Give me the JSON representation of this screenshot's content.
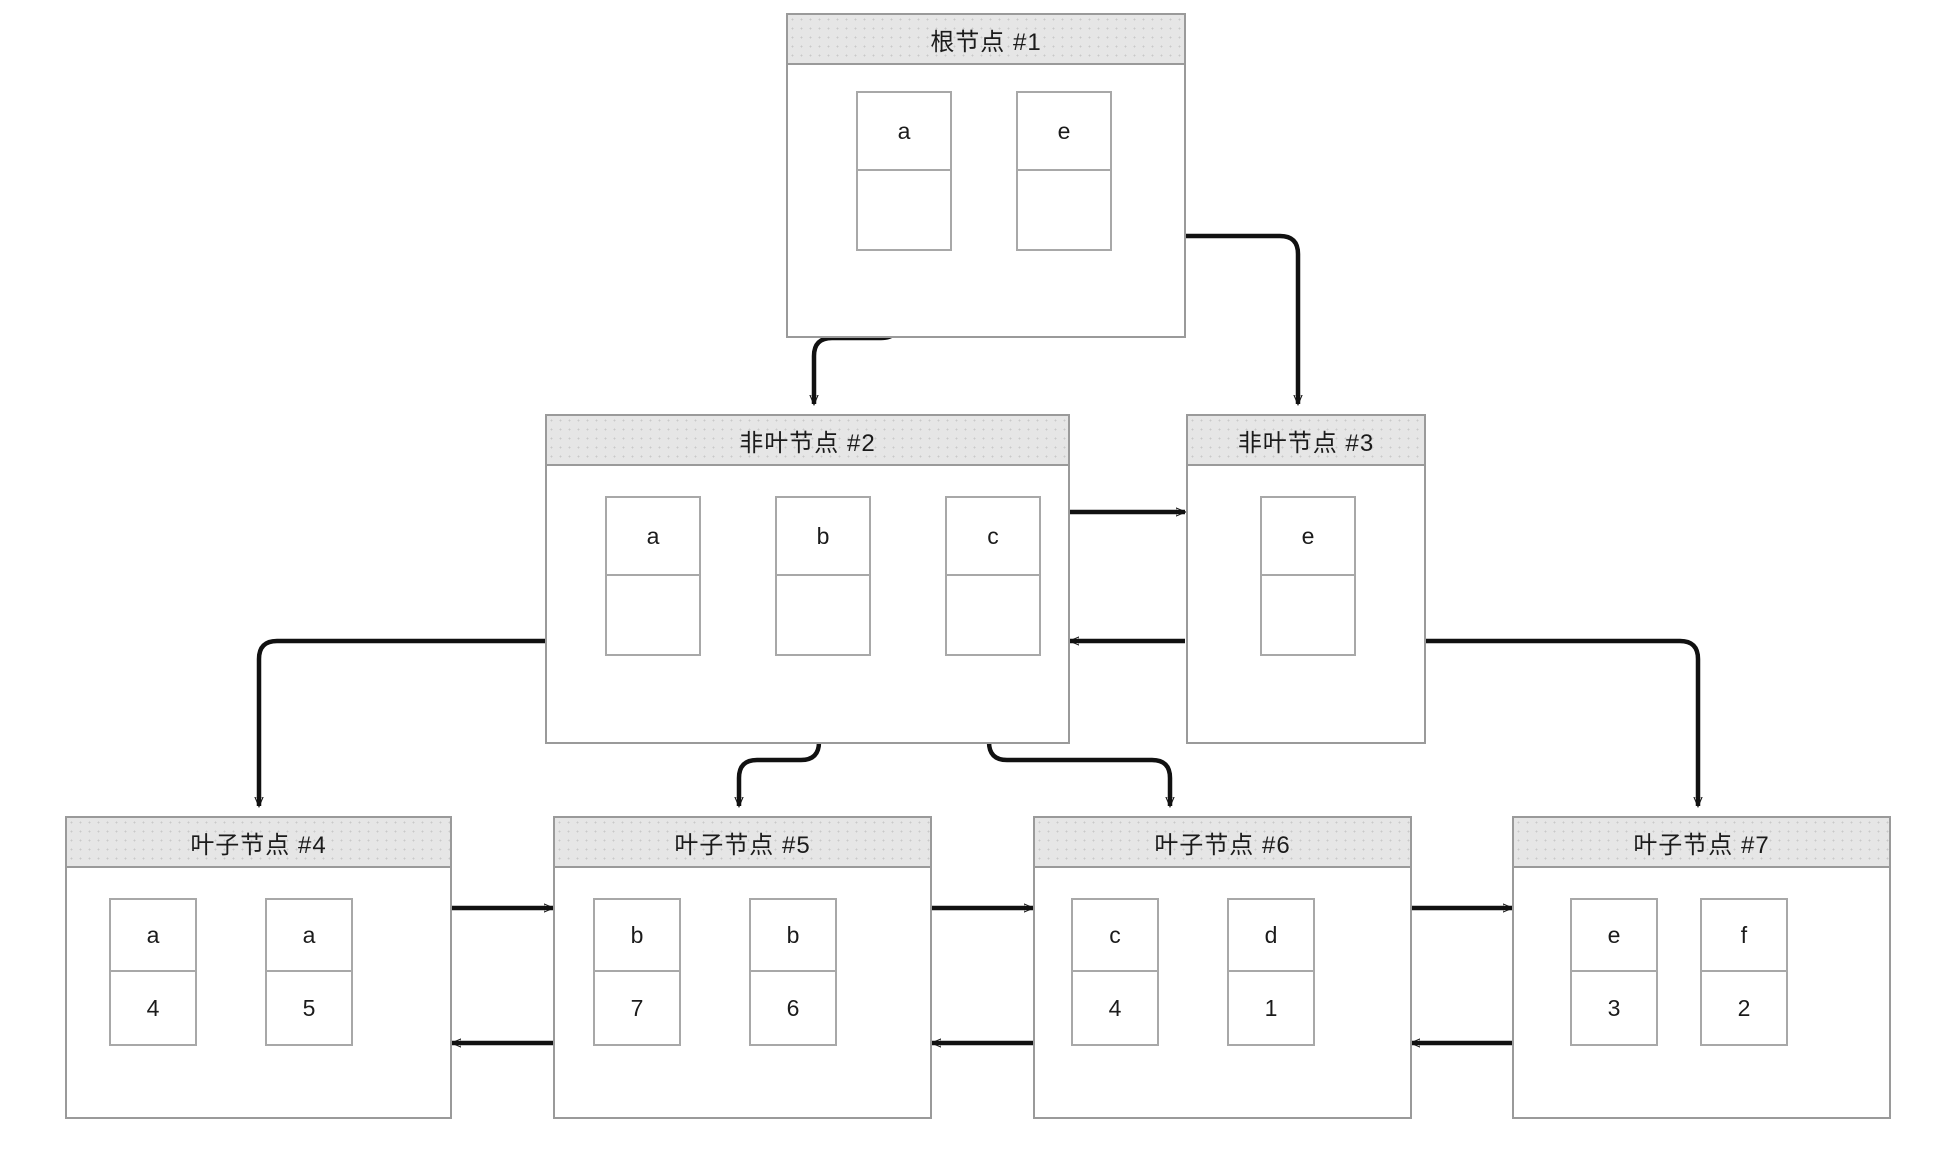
{
  "diagram": {
    "title": "B+ Tree Structure Diagram",
    "type": "b-plus-tree",
    "language": "zh-CN",
    "colors": {
      "header_fill": "#e6e6e6",
      "node_border": "#9a9a9a",
      "cell_border": "#a8a8a8",
      "connector": "#111111",
      "canvas": "#ffffff",
      "text": "#1b1b1b"
    }
  },
  "nodes": [
    {
      "id": "node1",
      "title": "根节点 #1",
      "level": "root",
      "cells": [
        {
          "key": "a",
          "value": ""
        },
        {
          "key": "e",
          "value": ""
        }
      ]
    },
    {
      "id": "node2",
      "title": "非叶节点 #2",
      "level": "internal",
      "cells": [
        {
          "key": "a",
          "value": ""
        },
        {
          "key": "b",
          "value": ""
        },
        {
          "key": "c",
          "value": ""
        }
      ]
    },
    {
      "id": "node3",
      "title": "非叶节点 #3",
      "level": "internal",
      "cells": [
        {
          "key": "e",
          "value": ""
        }
      ]
    },
    {
      "id": "node4",
      "title": "叶子节点 #4",
      "level": "leaf",
      "cells": [
        {
          "key": "a",
          "value": "4"
        },
        {
          "key": "a",
          "value": "5"
        }
      ]
    },
    {
      "id": "node5",
      "title": "叶子节点 #5",
      "level": "leaf",
      "cells": [
        {
          "key": "b",
          "value": "7"
        },
        {
          "key": "b",
          "value": "6"
        }
      ]
    },
    {
      "id": "node6",
      "title": "叶子节点 #6",
      "level": "leaf",
      "cells": [
        {
          "key": "c",
          "value": "4"
        },
        {
          "key": "d",
          "value": "1"
        }
      ]
    },
    {
      "id": "node7",
      "title": "叶子节点 #7",
      "level": "leaf",
      "cells": [
        {
          "key": "e",
          "value": "3"
        },
        {
          "key": "f",
          "value": "2"
        }
      ]
    }
  ],
  "edges": [
    {
      "from": "node1.cell0",
      "to": "node2",
      "kind": "child-pointer"
    },
    {
      "from": "node1.cell1",
      "to": "node3",
      "kind": "child-pointer"
    },
    {
      "from": "node2.cell0",
      "to": "node4",
      "kind": "child-pointer"
    },
    {
      "from": "node2.cell1",
      "to": "node5",
      "kind": "child-pointer"
    },
    {
      "from": "node2.cell2",
      "to": "node6",
      "kind": "child-pointer"
    },
    {
      "from": "node3.cell0",
      "to": "node7",
      "kind": "child-pointer"
    },
    {
      "from": "node2",
      "to": "node3",
      "kind": "sibling-next"
    },
    {
      "from": "node3",
      "to": "node2",
      "kind": "sibling-prev"
    },
    {
      "from": "node4",
      "to": "node5",
      "kind": "leaf-next"
    },
    {
      "from": "node5",
      "to": "node4",
      "kind": "leaf-prev"
    },
    {
      "from": "node5",
      "to": "node6",
      "kind": "leaf-next"
    },
    {
      "from": "node6",
      "to": "node5",
      "kind": "leaf-prev"
    },
    {
      "from": "node6",
      "to": "node7",
      "kind": "leaf-next"
    },
    {
      "from": "node7",
      "to": "node6",
      "kind": "leaf-prev"
    }
  ]
}
